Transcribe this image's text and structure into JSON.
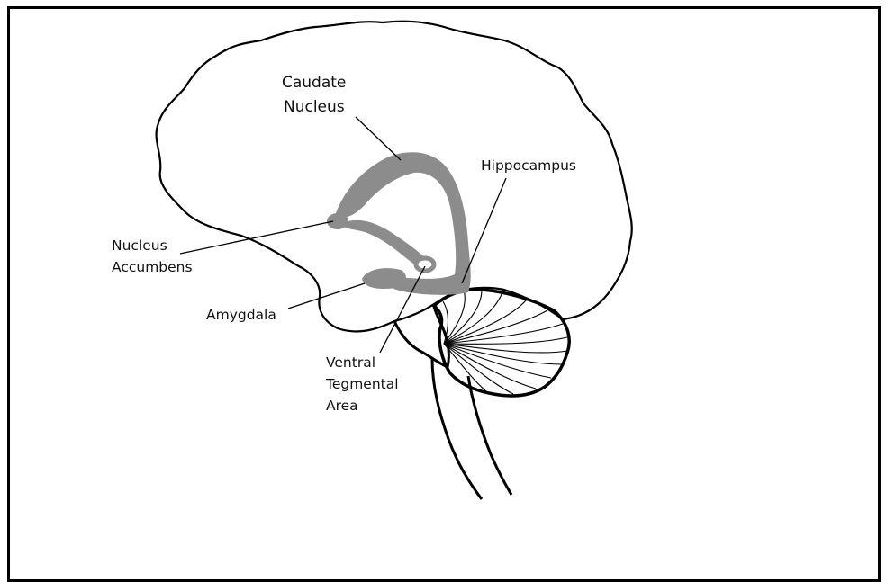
{
  "diagram": {
    "labels": {
      "caudate_nucleus": [
        "Caudate",
        "Nucleus"
      ],
      "hippocampus": "Hippocampus",
      "nucleus_accumbens": [
        "Nucleus",
        "Accumbens"
      ],
      "amygdala": "Amygdala",
      "ventral_tegmental_area": [
        "Ventral",
        "Tegmental",
        "Area"
      ]
    },
    "colors": {
      "outline": "#000000",
      "structures": "#8c8c8c",
      "background": "#ffffff"
    }
  }
}
